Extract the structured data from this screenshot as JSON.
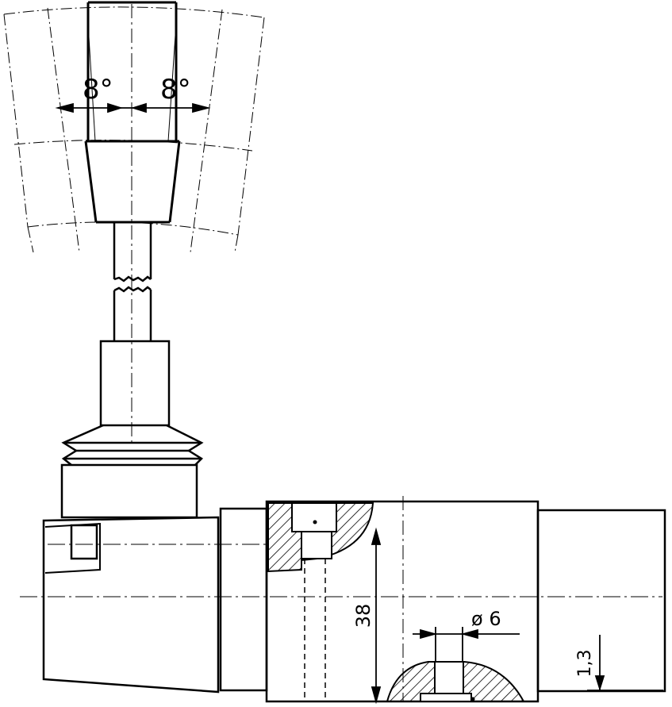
{
  "drawing": {
    "angle_left": "8°",
    "angle_right": "8°",
    "dim_height": "38",
    "dim_diameter": "ø 6",
    "dim_offset": "1,3"
  },
  "colors": {
    "line": "#000000",
    "background": "#ffffff"
  }
}
